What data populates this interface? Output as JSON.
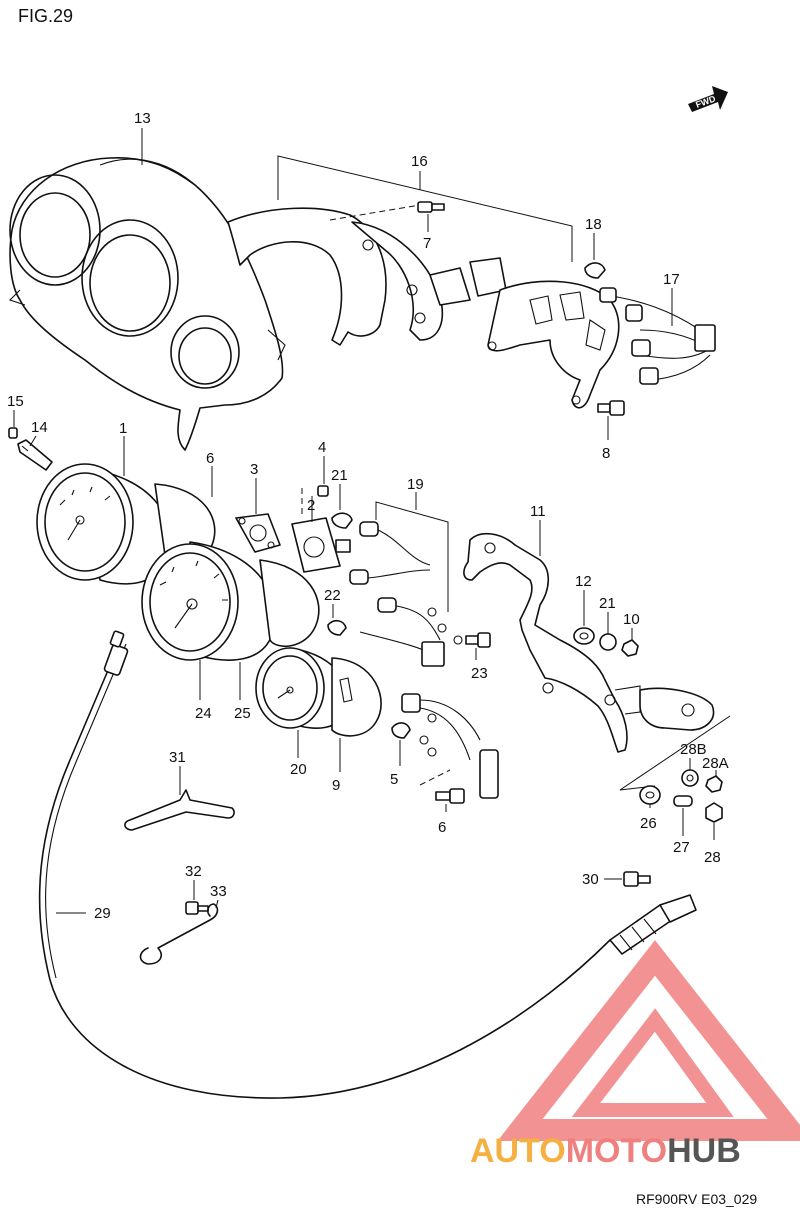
{
  "figure": {
    "title": "FIG.29",
    "code": "RF900RV E03_029",
    "fwd_label": "FWD"
  },
  "callouts": [
    {
      "id": "c13",
      "text": "13"
    },
    {
      "id": "c16",
      "text": "16"
    },
    {
      "id": "c7",
      "text": "7"
    },
    {
      "id": "c18",
      "text": "18"
    },
    {
      "id": "c17",
      "text": "17"
    },
    {
      "id": "c8",
      "text": "8"
    },
    {
      "id": "c15",
      "text": "15"
    },
    {
      "id": "c14",
      "text": "14"
    },
    {
      "id": "c1",
      "text": "1"
    },
    {
      "id": "c6a",
      "text": "6"
    },
    {
      "id": "c3",
      "text": "3"
    },
    {
      "id": "c4",
      "text": "4"
    },
    {
      "id": "c21a",
      "text": "21"
    },
    {
      "id": "c2",
      "text": "2"
    },
    {
      "id": "c19",
      "text": "19"
    },
    {
      "id": "c22",
      "text": "22"
    },
    {
      "id": "c23",
      "text": "23"
    },
    {
      "id": "c24",
      "text": "24"
    },
    {
      "id": "c25",
      "text": "25"
    },
    {
      "id": "c20",
      "text": "20"
    },
    {
      "id": "c9",
      "text": "9"
    },
    {
      "id": "c5",
      "text": "5"
    },
    {
      "id": "c6b",
      "text": "6"
    },
    {
      "id": "c11",
      "text": "11"
    },
    {
      "id": "c12",
      "text": "12"
    },
    {
      "id": "c21b",
      "text": "21"
    },
    {
      "id": "c10",
      "text": "10"
    },
    {
      "id": "c28B",
      "text": "28B"
    },
    {
      "id": "c28A",
      "text": "28A"
    },
    {
      "id": "c26",
      "text": "26"
    },
    {
      "id": "c27",
      "text": "27"
    },
    {
      "id": "c28",
      "text": "28"
    },
    {
      "id": "c31",
      "text": "31"
    },
    {
      "id": "c30",
      "text": "30"
    },
    {
      "id": "c32",
      "text": "32"
    },
    {
      "id": "c33",
      "text": "33"
    },
    {
      "id": "c29",
      "text": "29"
    }
  ],
  "watermark": {
    "part1": "AUTO",
    "part2": "MOTO",
    "part3": "HUB",
    "color_orange": "#f5b041",
    "color_red": "#f08080",
    "color_gray": "#555555"
  }
}
